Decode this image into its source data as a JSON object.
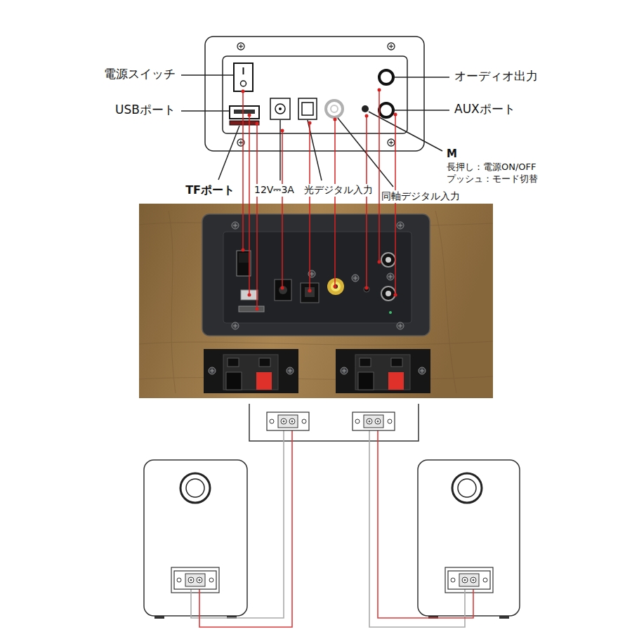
{
  "diagram": {
    "labels": [
      "電源スイッチ",
      "USBポート",
      "TFポート",
      "12V⎓3A",
      "光デジタル入力",
      "同軸デジタル入力",
      "オーディオ出力",
      "AUXポート",
      "M",
      "長押し：電源ON/OFF",
      "プッシュ：モード切替"
    ]
  }
}
